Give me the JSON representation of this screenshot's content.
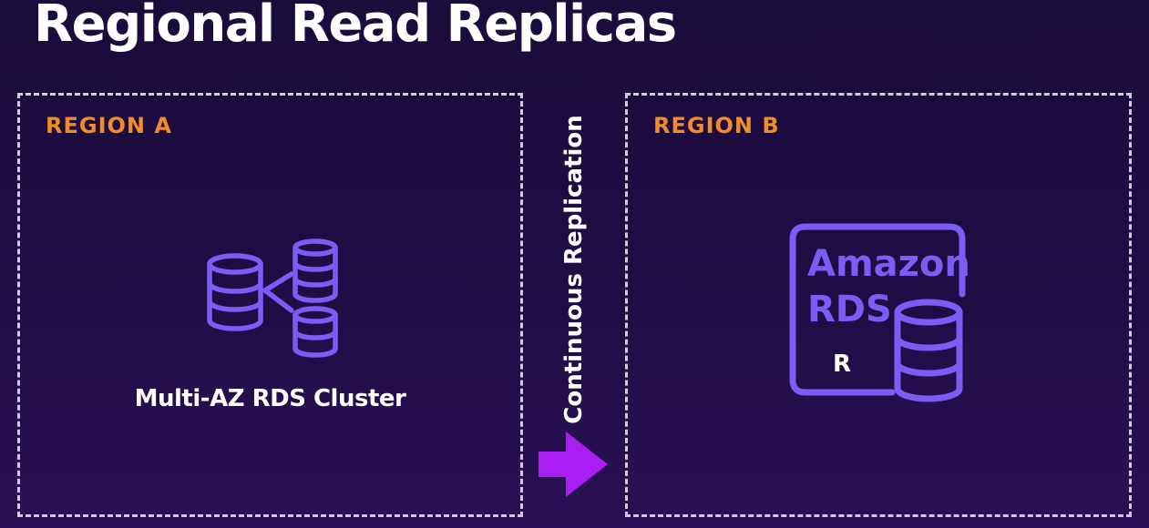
{
  "title": "Regional Read Replicas",
  "region_a": {
    "label": "REGION A",
    "cluster_label": "Multi-AZ RDS Cluster",
    "icon": "database-cluster-icon"
  },
  "region_b": {
    "label": "REGION B",
    "icon": "amazon-rds-icon",
    "rds_text_line1": "Amazon",
    "rds_text_line2": "RDS",
    "replica_marker": "R"
  },
  "replication": {
    "label": "Continuous Replication",
    "icon": "right-arrow-icon"
  },
  "colors": {
    "background": "#1f0d45",
    "region_label": "#f28c28",
    "icon_stroke": "#7b5cf5",
    "arrow": "#a91ef2",
    "text": "#ffffff",
    "border": "#cfcbe0"
  }
}
